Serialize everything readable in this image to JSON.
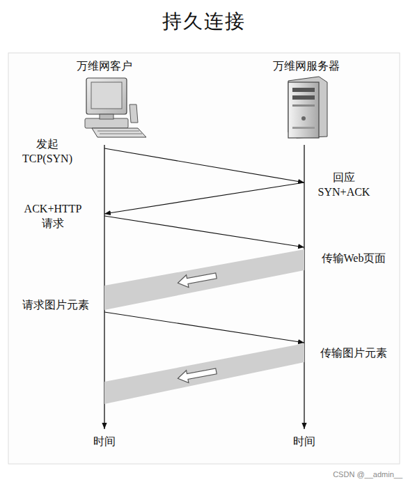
{
  "diagram": {
    "title": "持久连接",
    "labels": [
      "万维网客户",
      "万维网服务器",
      "发起 TCP(SYN)",
      "回应 SYN+ACK",
      "ACK+HTTP 请求",
      "传输Web页面",
      "请求图片元素",
      "传输图片元素",
      "时间",
      "时间",
      "CSDN @__admin__"
    ]
  }
}
